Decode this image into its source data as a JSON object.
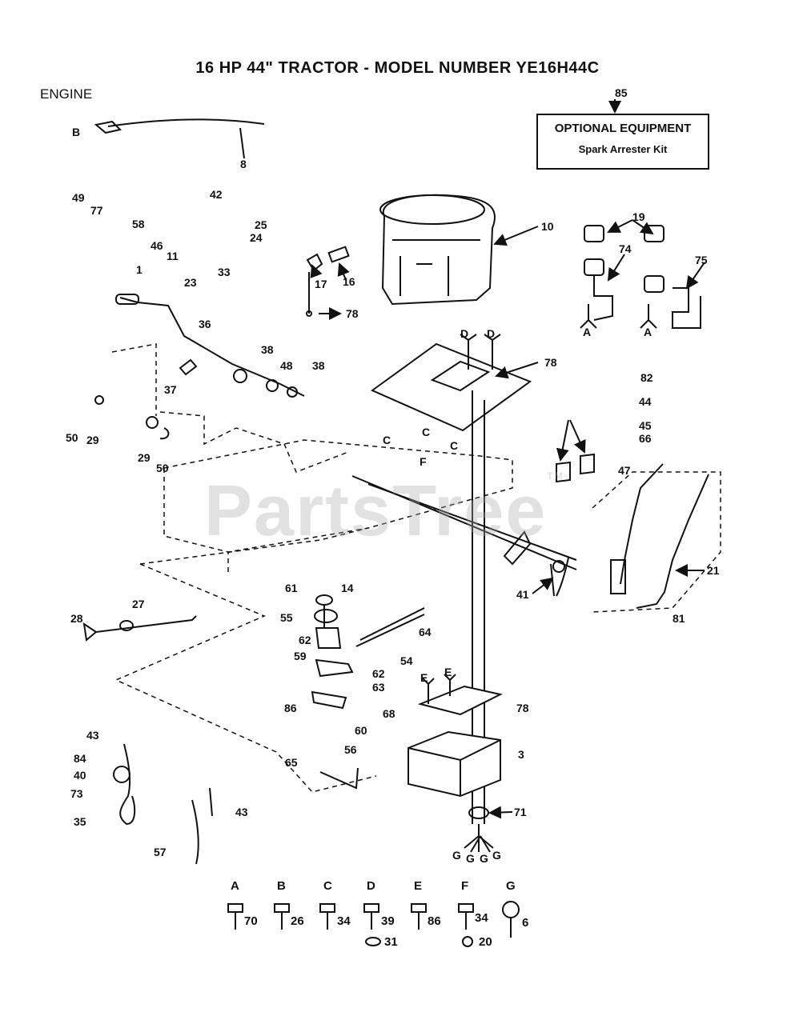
{
  "title": "16 HP 44\"  TRACTOR - MODEL NUMBER YE16H44C",
  "section": "ENGINE",
  "optional": {
    "ref": "85",
    "heading": "OPTIONAL EQUIPMENT",
    "item": "Spark Arrester Kit"
  },
  "watermark": "PartsTree",
  "watermark_tm": "TM",
  "labels": {
    "l10": "10",
    "l19": "19",
    "l74": "74",
    "l75": "75",
    "l16": "16",
    "l17": "17",
    "l78a": "78",
    "l78b": "78",
    "l78c": "78",
    "l49": "49",
    "l77": "77",
    "l58": "58",
    "l46": "46",
    "l11": "11",
    "l42": "42",
    "l25": "25",
    "l24": "24",
    "l23": "23",
    "l33": "33",
    "l1": "1",
    "l36": "36",
    "l38a": "38",
    "l38b": "38",
    "l48": "48",
    "l37": "37",
    "l50a": "50",
    "l29a": "29",
    "l29b": "29",
    "l50b": "50",
    "l82": "82",
    "l44": "44",
    "l45": "45",
    "l66": "66",
    "l47": "47",
    "l21": "21",
    "l81": "81",
    "l41": "41",
    "l61": "61",
    "l14": "14",
    "l55": "55",
    "l62a": "62",
    "l59": "59",
    "l54": "54",
    "l62b": "62",
    "l63": "63",
    "l86": "86",
    "l60": "60",
    "l56": "56",
    "l68": "68",
    "l65": "65",
    "l64": "64",
    "l28": "28",
    "l27": "27",
    "l43a": "43",
    "l84": "84",
    "l40": "40",
    "l73": "73",
    "l35": "35",
    "l57": "57",
    "l43b": "43",
    "l3": "3",
    "l71": "71",
    "lB": "B",
    "lA1": "A",
    "lA2": "A",
    "lD1": "D",
    "lD2": "D",
    "lF": "F",
    "lC1": "C",
    "lC2": "C",
    "lC3": "C",
    "lE1": "E",
    "lE2": "E",
    "lG1": "G",
    "lG2": "G",
    "lG3": "G",
    "lG4": "G",
    "l8": "8"
  },
  "hardware": [
    {
      "letter": "A",
      "qty": "70",
      "sub": ""
    },
    {
      "letter": "B",
      "qty": "26",
      "sub": ""
    },
    {
      "letter": "C",
      "qty": "34",
      "sub": ""
    },
    {
      "letter": "D",
      "qty": "39",
      "sub": "31"
    },
    {
      "letter": "E",
      "qty": "86",
      "sub": ""
    },
    {
      "letter": "F",
      "qty": "34",
      "sub": "20"
    },
    {
      "letter": "G",
      "qty": "6",
      "sub": ""
    }
  ]
}
